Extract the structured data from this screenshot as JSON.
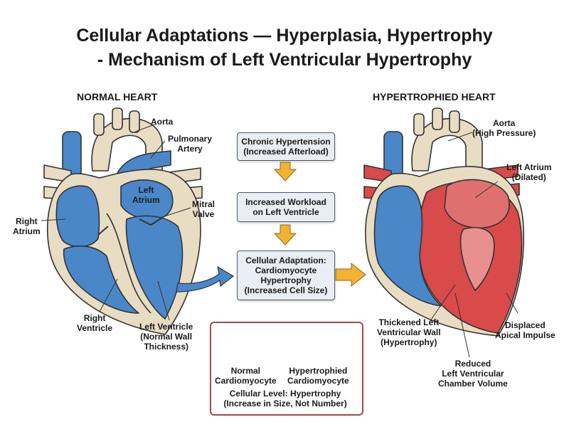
{
  "title": {
    "line1": "Cellular Adaptations — Hyperplasia, Hypertrophy",
    "line2": "- Mechanism of Left Ventricular Hypertrophy"
  },
  "normal_heart": {
    "heading": "NORMAL HEART",
    "labels": {
      "aorta": "Aorta",
      "pulmonary_artery": [
        "Pulmonary",
        "Artery"
      ],
      "left_atrium": [
        "Left",
        "Atrium"
      ],
      "mitral_valve": [
        "Mitral",
        "Valve"
      ],
      "right_atrium": [
        "Right",
        "Atrium"
      ],
      "right_ventricle": [
        "Right",
        "Ventricle"
      ],
      "left_ventricle": [
        "Left Ventricle",
        "(Normal Wall",
        "Thickness)"
      ]
    }
  },
  "hypertrophied_heart": {
    "heading": "HYPERTROPHIED HEART",
    "labels": {
      "aorta": [
        "Aorta",
        "(High Pressure)"
      ],
      "left_atrium": [
        "Left Atrium",
        "(Dilated)"
      ],
      "thickened_wall": [
        "Thickened Left",
        "Ventricular Wall",
        "(Hypertrophy)"
      ],
      "displaced_apical": [
        "Displaced",
        "Apical Impulse"
      ],
      "reduced_chamber": [
        "Reduced",
        "Left Ventricular",
        "Chamber Volume"
      ]
    }
  },
  "flow": [
    [
      "Chronic Hypertension",
      "(Increased Afterload)"
    ],
    [
      "Increased Workload",
      "on Left Ventricle"
    ],
    [
      "Cellular Adaptation:",
      "Cardiomyocyte",
      "Hypertrophy",
      "(Increased Cell Size)"
    ]
  ],
  "cellular": {
    "normal_label": [
      "Normal",
      "Cardiomyocyte"
    ],
    "hyper_label": [
      "Hypertrophied",
      "Cardiomyocyte"
    ],
    "caption": [
      "Cellular Level: Hypertrophy",
      "(Increase in Size, Not Number)"
    ]
  },
  "colors": {
    "blood_blue": "#4a87c9",
    "blood_red": "#d94a4a",
    "tissue_beige": "#e8dcc3",
    "arrow_orange": "#f3b233",
    "cell_border": "#a54848"
  }
}
